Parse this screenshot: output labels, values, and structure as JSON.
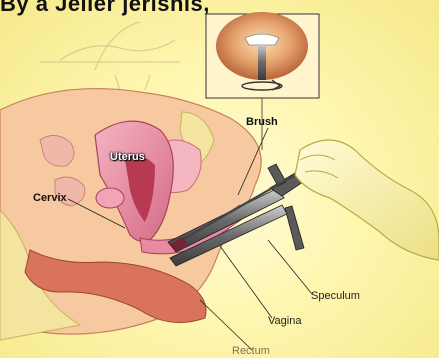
{
  "heading_fragment": "By a Jeiler jerishis,",
  "labels": {
    "uterus": "Uterus",
    "cervix": "Cervix",
    "brush": "Brush",
    "speculum": "Speculum",
    "vagina": "Vagina",
    "rectum": "Rectum"
  },
  "colors": {
    "background": "#fff6b0",
    "tissue_pink": "#e88aa0",
    "tissue_dark": "#b83a52",
    "bone": "#f3e4a0",
    "instrument": "#5a5a5a",
    "glove": "#f7f0b0"
  }
}
